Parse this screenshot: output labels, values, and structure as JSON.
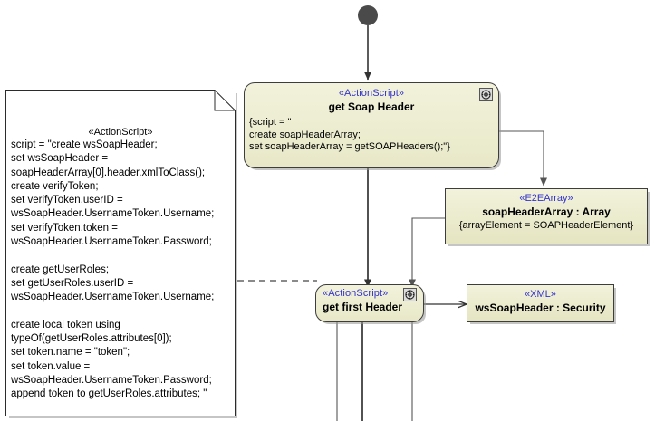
{
  "diagram": {
    "kind": "uml-activity-diagram",
    "background": "#ffffff",
    "colors": {
      "node_fill": "#EFEFD8",
      "node_border": "#3D3D3D",
      "stereotype_text": "#3333CC",
      "initial_node": "#4A4A4A",
      "edge": "#333333",
      "note_fill": "#FFFFFF"
    }
  },
  "initial_node": {
    "name": "initial-node",
    "shape": "filled-circle"
  },
  "nodes": {
    "get_soap_header": {
      "stereotype": "«ActionScript»",
      "title": "get Soap Header",
      "body": "{script = \"\ncreate soapHeaderArray;\nset soapHeaderArray = getSOAPHeaders();\"}",
      "icon": "behavior-gear-icon"
    },
    "soap_header_array": {
      "stereotype": "«E2EArray»",
      "title": "soapHeaderArray : Array",
      "constraint": "{arrayElement = SOAPHeaderElement}"
    },
    "get_first_header": {
      "stereotype": "«ActionScript»",
      "title": "get first Header",
      "icon": "behavior-gear-icon"
    },
    "ws_soap_header": {
      "stereotype": "«XML»",
      "title": "wsSoapHeader : Security"
    }
  },
  "note": {
    "stereotype": "«ActionScript»",
    "body": "script = \"create wsSoapHeader;\nset wsSoapHeader =\nsoapHeaderArray[0].header.xmlToClass();\ncreate verifyToken;\nset verifyToken.userID =\nwsSoapHeader.UsernameToken.Username;\nset verifyToken.token =\nwsSoapHeader.UsernameToken.Password;\n\ncreate getUserRoles;\nset getUserRoles.userID =\nwsSoapHeader.UsernameToken.Username;\n\ncreate local token using\ntypeOf(getUserRoles.attributes[0]);\nset token.name = \"token\";\nset token.value =\nwsSoapHeader.UsernameToken.Password;\nappend token to getUserRoles.attributes; \""
  },
  "edges": [
    {
      "name": "edge-initial-to-get-soap-header",
      "from": "initial-node",
      "to": "get_soap_header",
      "style": "solid-arrow"
    },
    {
      "name": "edge-get-soap-header-to-array",
      "from": "get_soap_header",
      "to": "soap_header_array",
      "style": "solid-arrow"
    },
    {
      "name": "edge-get-soap-header-to-get-first-header",
      "from": "get_soap_header",
      "to": "get_first_header",
      "style": "solid-arrow"
    },
    {
      "name": "edge-array-to-get-first-header",
      "from": "soap_header_array",
      "to": "get_first_header",
      "style": "solid-arrow"
    },
    {
      "name": "edge-get-first-header-to-ws-soap-header",
      "from": "get_first_header",
      "to": "ws_soap_header",
      "style": "solid-open-arrow"
    },
    {
      "name": "edge-note-anchor",
      "from": "note",
      "to": "get_first_header",
      "style": "dashed"
    }
  ]
}
